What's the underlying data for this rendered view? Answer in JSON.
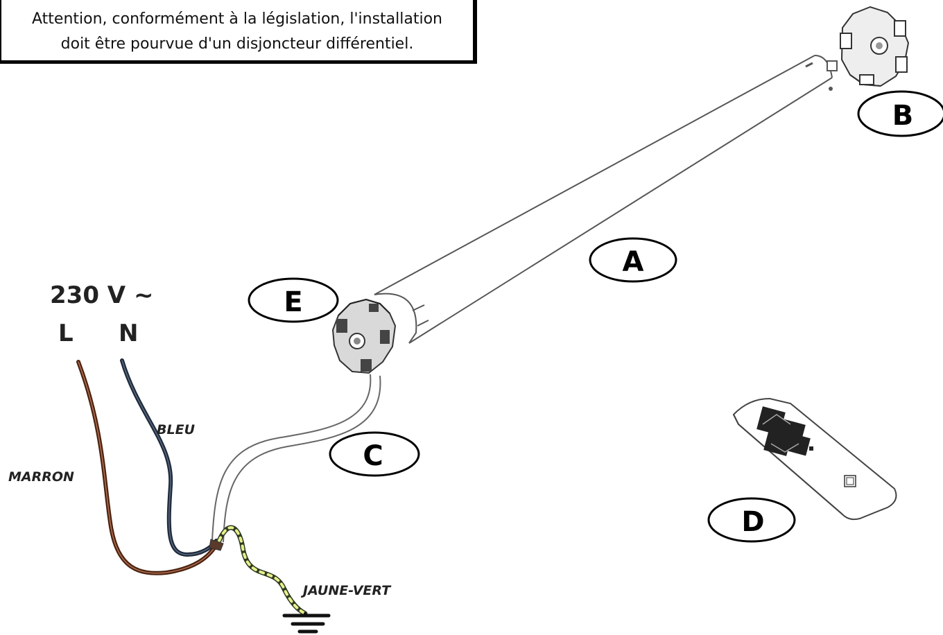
{
  "warning": {
    "line1": "Attention, conformément à la législation, l'installation",
    "line2": "doit être pourvue d'un disjoncteur différentiel."
  },
  "supply": {
    "voltage": "230 V ~",
    "live": "L",
    "neutral": "N"
  },
  "wires": {
    "brown": "MARRON",
    "blue": "BLEU",
    "earth": "JAUNE-VERT"
  },
  "labels": {
    "a": "A",
    "b": "B",
    "c": "C",
    "d": "D",
    "e": "E"
  },
  "colors": {
    "brown_wire": "#4a2410",
    "blue_wire": "#1f2a3a",
    "earth_wire_yellow": "#e8f08a",
    "earth_wire_green": "#2e3a24",
    "outline": "#555555"
  }
}
